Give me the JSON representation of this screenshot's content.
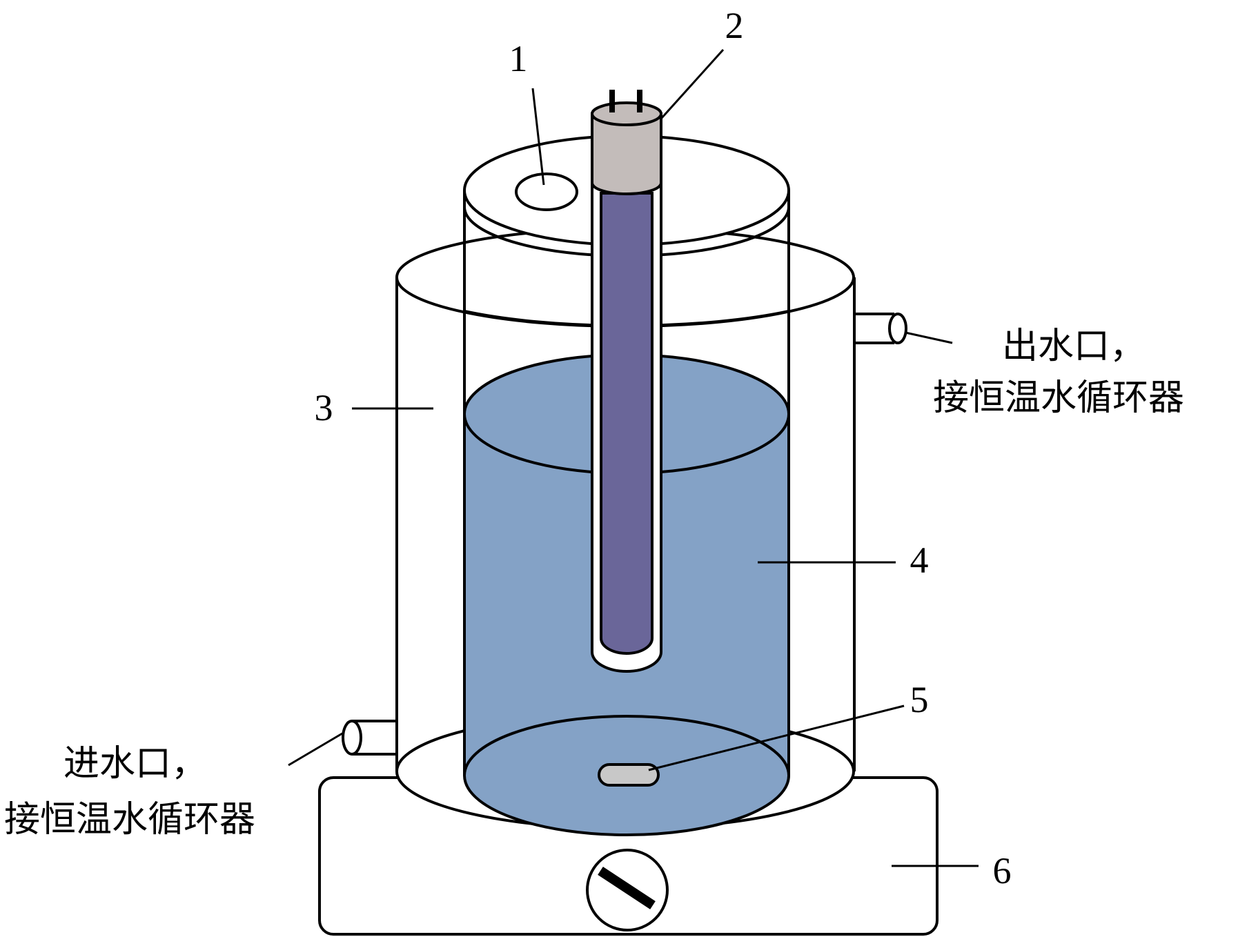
{
  "labels": {
    "n1": "1",
    "n2": "2",
    "n3": "3",
    "n4": "4",
    "n5": "5",
    "n6": "6",
    "outlet_line1": "出水口，",
    "outlet_line2": "接恒温水循环器",
    "inlet_line1": "进水口，",
    "inlet_line2": "接恒温水循环器"
  },
  "colors": {
    "liquid": "#84a2c6",
    "lamp_tube": "#6a6699",
    "lamp_cap": "#c3bcba",
    "stir_bar": "#c8c8c8",
    "outline": "#000000",
    "background": "#ffffff"
  },
  "icons": {
    "knob": "dial-knob-icon",
    "lamp": "uv-lamp-icon",
    "stir_bar": "magnetic-stir-bar-icon"
  }
}
